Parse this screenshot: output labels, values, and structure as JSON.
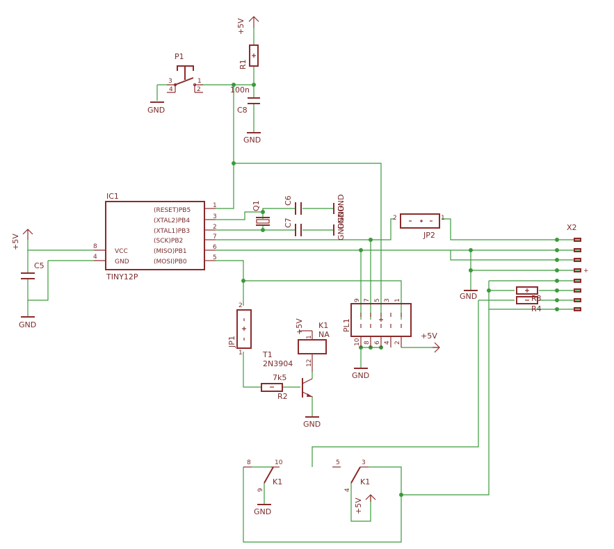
{
  "components": {
    "ic1": {
      "ref": "IC1",
      "value": "TINY12P",
      "pins_left": [
        {
          "num": "8",
          "name": "VCC"
        },
        {
          "num": "4",
          "name": "GND"
        }
      ],
      "pins_right": [
        {
          "num": "1",
          "name": "(RESET)PB5"
        },
        {
          "num": "3",
          "name": "(XTAL2)PB4"
        },
        {
          "num": "2",
          "name": "(XTAL1)PB3"
        },
        {
          "num": "7",
          "name": "(SCK)PB2"
        },
        {
          "num": "6",
          "name": "(MISO)PB1"
        },
        {
          "num": "5",
          "name": "(MOSI)PB0"
        }
      ]
    },
    "p1": {
      "ref": "P1",
      "pins": [
        "3",
        "1",
        "4",
        "2"
      ]
    },
    "r1": {
      "ref": "R1"
    },
    "c8": {
      "ref": "C8",
      "value": "100n"
    },
    "c5": {
      "ref": "C5"
    },
    "q1": {
      "ref": "Q1"
    },
    "c6": {
      "ref": "C6"
    },
    "c7": {
      "ref": "C7"
    },
    "jp1": {
      "ref": "JP1",
      "pins": [
        "2",
        "1"
      ]
    },
    "jp2": {
      "ref": "JP2",
      "pins": [
        "2",
        "1"
      ]
    },
    "t1": {
      "ref": "T1",
      "value": "2N3904"
    },
    "r2": {
      "ref": "R2",
      "value": "7k5"
    },
    "k1_coil": {
      "ref": "K1",
      "value": "NA",
      "pins": [
        "1",
        "12"
      ]
    },
    "pl1": {
      "ref": "PL1",
      "pins_top": [
        "9",
        "7",
        "5",
        "3",
        "1"
      ],
      "pins_bottom": [
        "10",
        "8",
        "6",
        "4",
        "2"
      ]
    },
    "x2": {
      "ref": "X2",
      "plus": "+"
    },
    "r3": {
      "ref": "R3"
    },
    "r4": {
      "ref": "R4"
    },
    "k1_contact_a": {
      "ref": "K1",
      "pins": [
        "8",
        "10",
        "9"
      ]
    },
    "k1_contact_b": {
      "ref": "K1",
      "pins": [
        "5",
        "3",
        "4"
      ]
    }
  },
  "net_labels": {
    "vcc": "+5V",
    "gnd": "GND",
    "gndgnd": "GNDGND"
  }
}
